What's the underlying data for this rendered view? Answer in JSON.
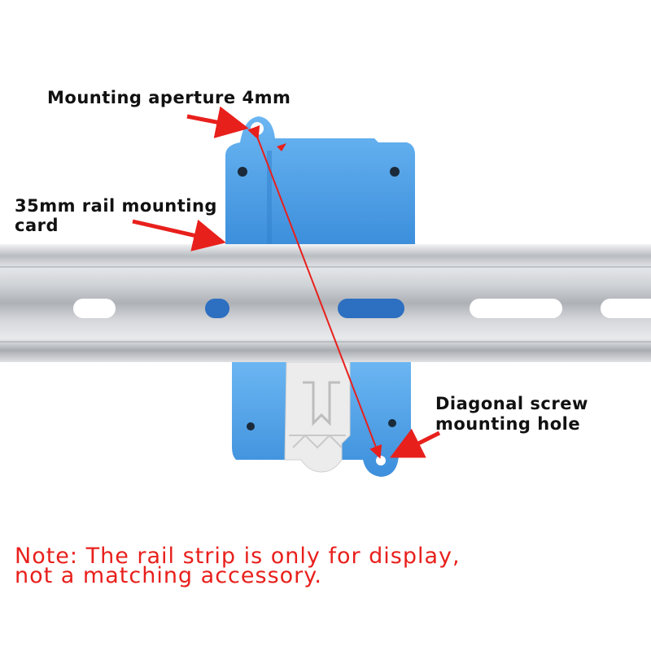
{
  "labels": {
    "aperture": "Mounting aperture 4mm",
    "rail_card_line1": "35mm rail mounting",
    "rail_card_line2": "card",
    "diagonal_line1": "Diagonal screw",
    "diagonal_line2": "mounting hole"
  },
  "note": {
    "line1": "Note: The rail strip is only for display,",
    "line2": "not a matching accessory."
  },
  "colors": {
    "annotation_red": "#e8201c",
    "enclosure_blue": "#4a9fe8",
    "rail_silver": "#c9ccd0",
    "clip_white": "#eeeeee"
  }
}
